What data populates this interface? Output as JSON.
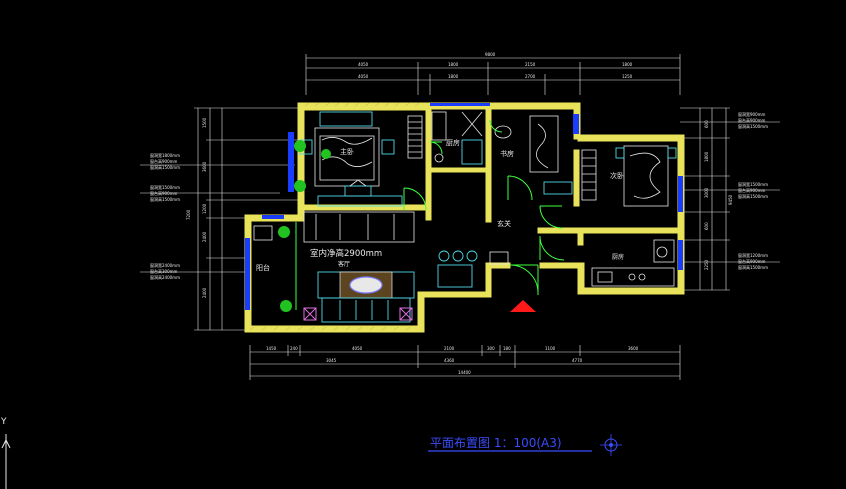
{
  "rooms": {
    "master_bedroom": "主卧",
    "kitchen": "厨房",
    "study": "书房",
    "second_bedroom": "次卧",
    "entrance": "玄关",
    "living_room": "客厅",
    "ceiling_note": "室内净高2900mm",
    "balcony": "阳台",
    "cookroom": "厨房"
  },
  "dimensions": {
    "top_total": "9800",
    "top_segments_1": [
      "4050",
      "1800",
      "2150",
      "1800"
    ],
    "top_segments_2": [
      "4050",
      "1800",
      "2700",
      "1250"
    ],
    "bottom_segments_1": [
      "1450",
      "240",
      "4050",
      "2100",
      "300",
      "180",
      "1100",
      "3600"
    ],
    "bottom_segments_2": [
      "3045",
      "4360",
      "4770"
    ],
    "bottom_total": "14400",
    "left_segments": [
      "1500",
      "3600",
      "1200",
      "2400",
      "2400"
    ],
    "left_total": "7200",
    "right_segments": [
      "600",
      "1800",
      "3000",
      "600",
      "2250"
    ],
    "right_total": "9450"
  },
  "window_notes": {
    "left_1": [
      "窗洞宽1800mm",
      "窗台高900mm",
      "窗洞高1500mm"
    ],
    "left_2": [
      "窗洞宽1500mm",
      "窗台高900mm",
      "窗洞高1500mm"
    ],
    "left_3": [
      "窗洞宽2400mm",
      "窗台高300mm",
      "窗洞高2400mm"
    ],
    "right_1": [
      "窗洞宽900mm",
      "窗台高900mm",
      "窗洞高1500mm"
    ],
    "right_2": [
      "窗洞宽1500mm",
      "窗台高900mm",
      "窗洞高1500mm"
    ],
    "right_3": [
      "窗洞宽1200mm",
      "窗台高900mm",
      "窗洞高1500mm"
    ]
  },
  "drawing_title": "平面布置图  1：100(A3)",
  "ucs_label": "Y",
  "colors": {
    "background": "#000000",
    "wall": "#e8e35a",
    "furniture": "#4fd8e8",
    "door": "#3cff3c",
    "window": "#1a3cff",
    "plant": "#21c321",
    "title": "#3a4cff",
    "marker": "#ff1a1a"
  }
}
